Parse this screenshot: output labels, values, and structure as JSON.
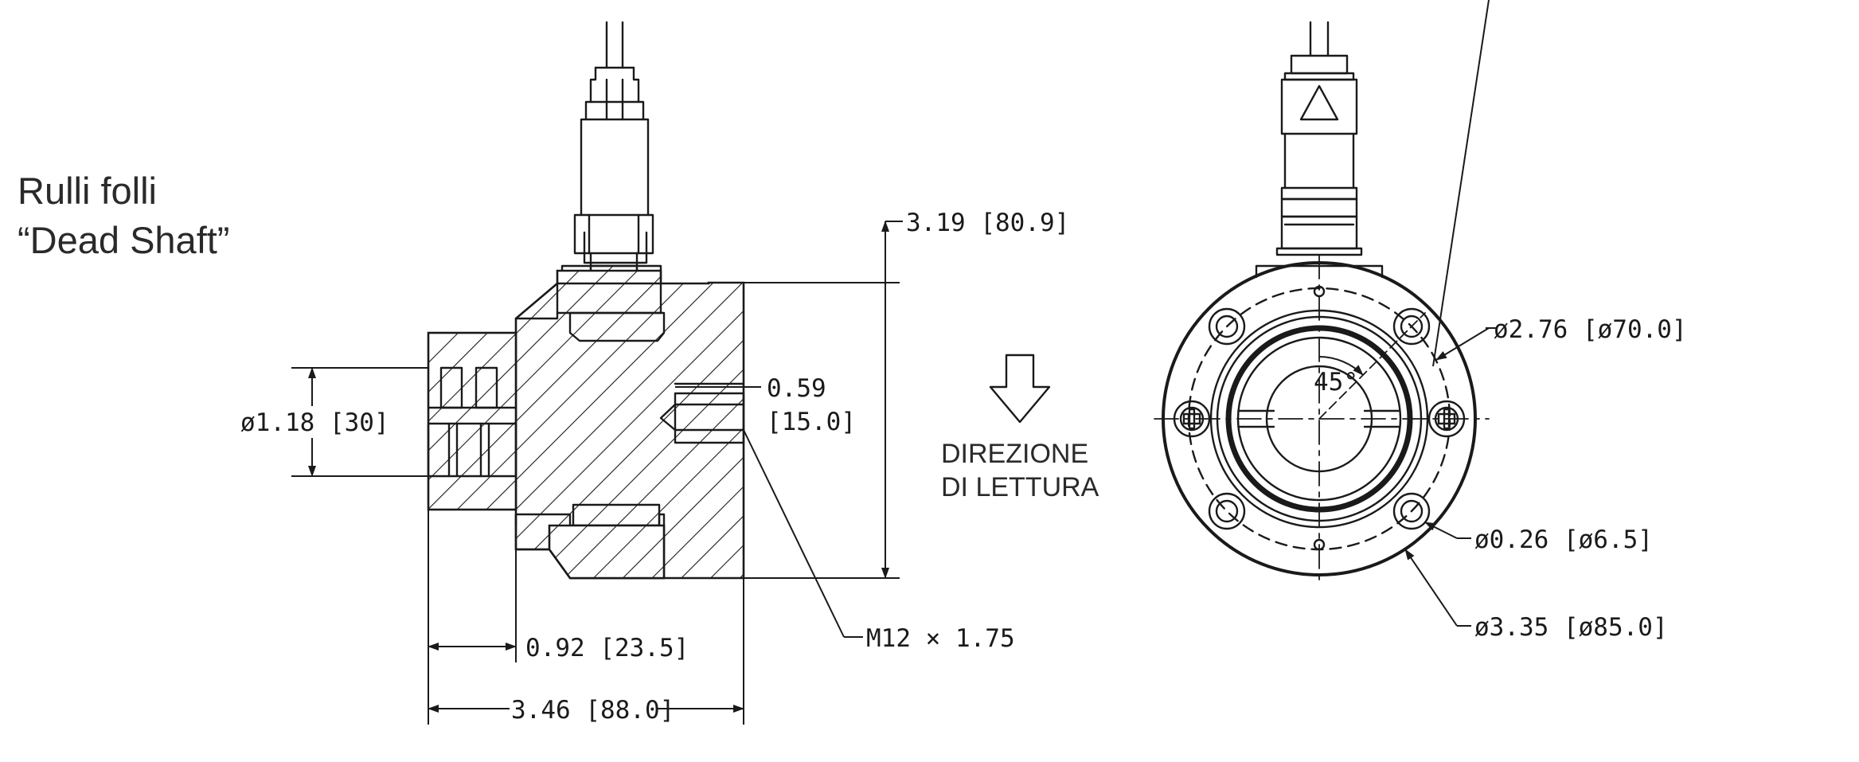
{
  "title": {
    "line1": "Rulli folli",
    "line2": "“Dead Shaft”"
  },
  "direction": {
    "line1": "DIREZIONE",
    "line2": "DI LETTURA"
  },
  "dimensions": {
    "height": "3.19  [80.9]",
    "bore_dia": "ø1.18  [30]",
    "thread_depth_a": "0.59",
    "thread_depth_b": "[15.0]",
    "thread": "M12  ×  1.75",
    "hub_length": "0.92  [23.5]",
    "total_length": "3.46  [88.0]",
    "bolt_circle": "ø2.76  [ø70.0]",
    "hole_dia": "ø0.26  [ø6.5]",
    "outer_dia": "ø3.35  [ø85.0]",
    "angle": "45°"
  },
  "icons": {
    "direction_arrow": "down-arrow-icon"
  }
}
